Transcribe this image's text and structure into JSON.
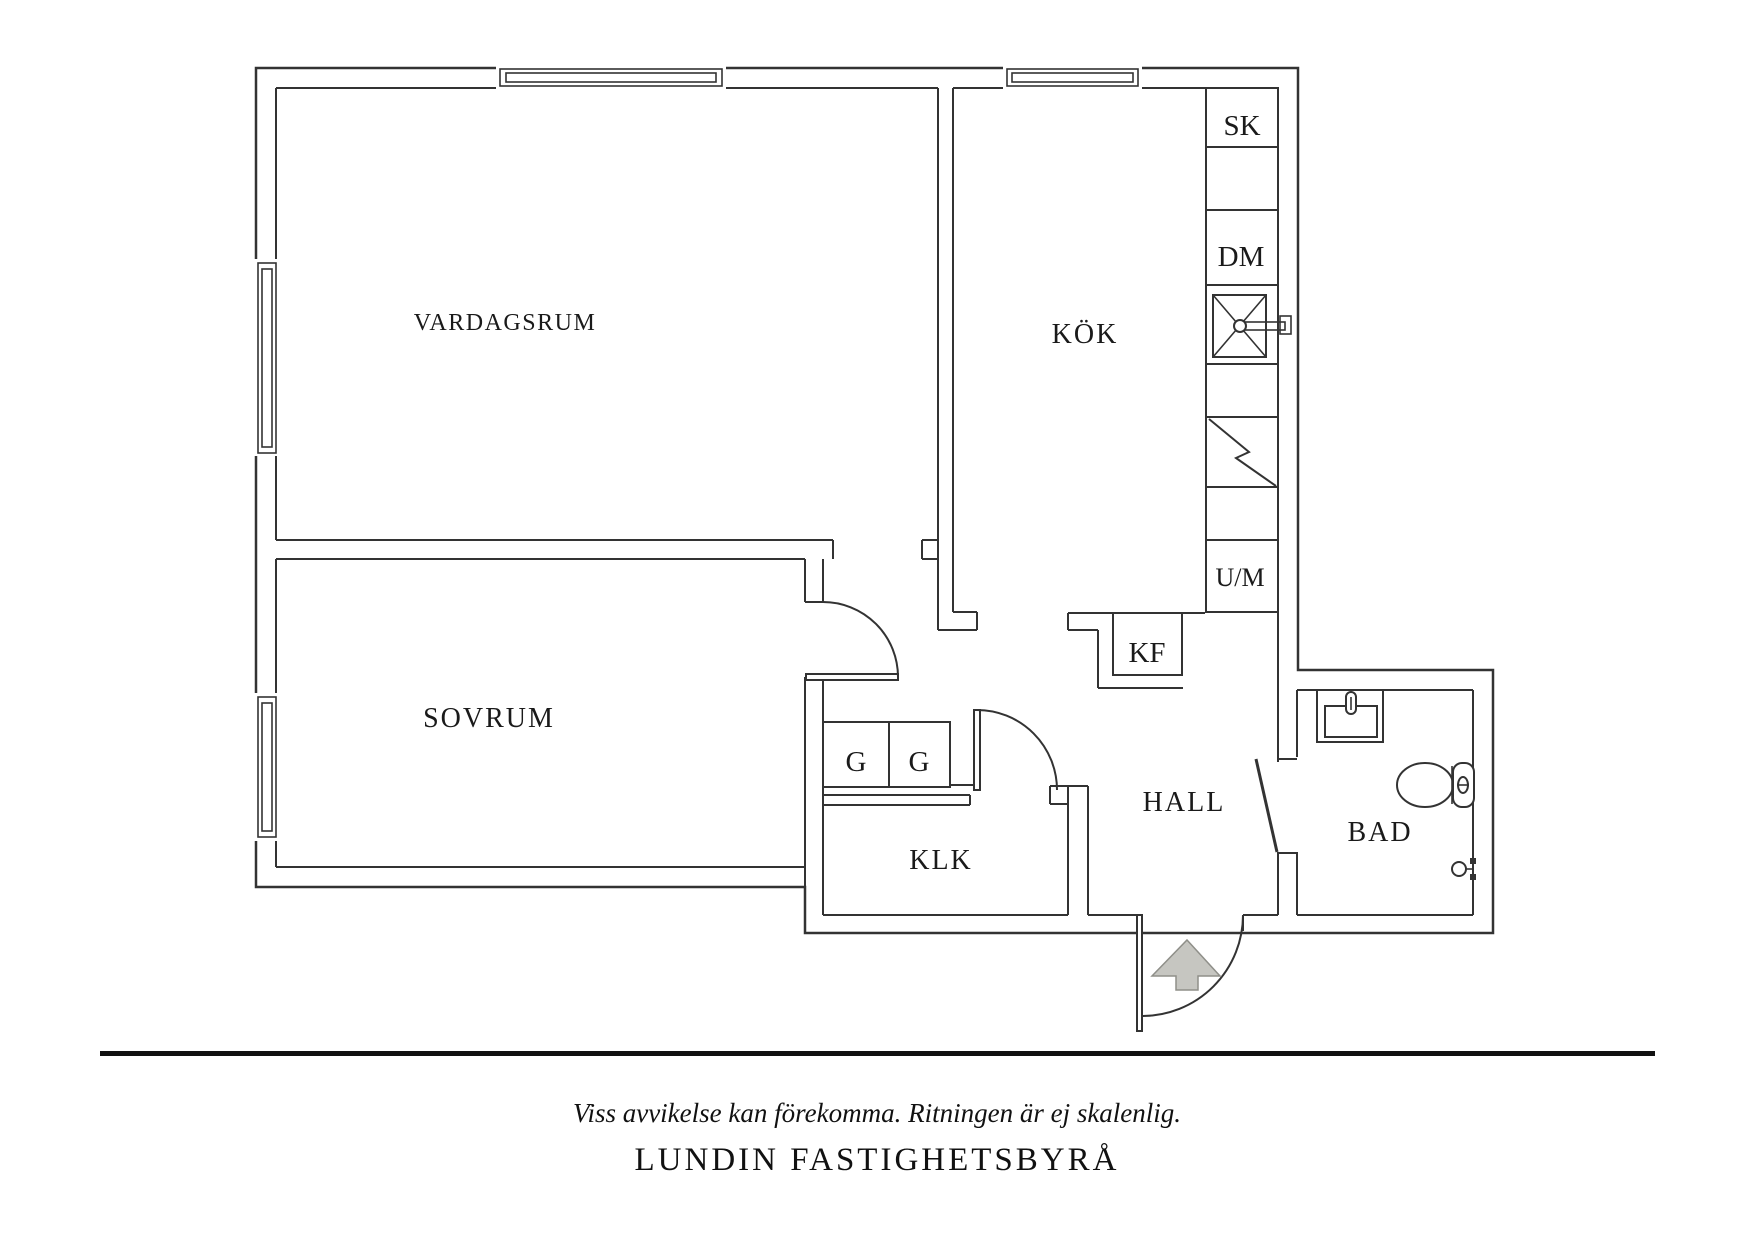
{
  "plan": {
    "rooms": {
      "vardagsrum": "VARDAGSRUM",
      "kok": "KÖK",
      "sovrum": "SOVRUM",
      "klk": "KLK",
      "hall": "HALL",
      "bad": "BAD"
    },
    "units": {
      "sk": "SK",
      "dm": "DM",
      "um": "U/M",
      "kf": "KF",
      "g1": "G",
      "g2": "G"
    },
    "icons": {
      "kitchen_sink": "sink-icon",
      "stove": "stove-icon",
      "washbasin": "washbasin-icon",
      "toilet": "toilet-icon",
      "shower": "shower-mixer-icon",
      "entrance_arrow": "entrance-arrow-icon"
    }
  },
  "footer": {
    "disclaimer": "Viss avvikelse kan förekomma. Ritningen är ej skalenlig.",
    "brand": "LUNDIN FASTIGHETSBYRÅ"
  },
  "colors": {
    "background": "#ffffff",
    "line": "#333333",
    "label": "#1a1a1a",
    "arrow_fill": "#c6c6c1",
    "arrow_stroke": "#8f8f89"
  }
}
